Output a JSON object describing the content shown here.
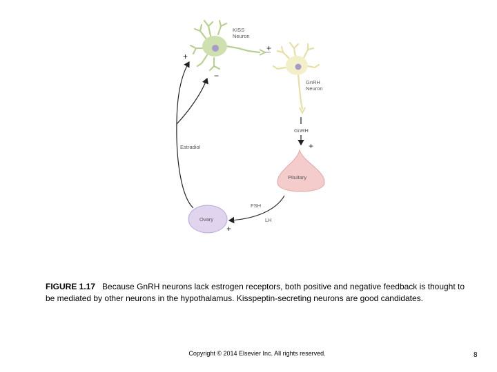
{
  "diagram": {
    "labels": {
      "kiss_line1": "KISS",
      "kiss_line2": "Neuron",
      "gnrh_line1": "GnRH",
      "gnrh_line2": "Neuron",
      "gnrh_hormone": "GnRH",
      "estradiol": "Estradiol",
      "pituitary": "Pituitary",
      "fsh": "FSH",
      "lh": "LH",
      "ovary": "Ovary"
    },
    "signs": {
      "kiss_positive": "+",
      "kiss_negative": "−",
      "gnrh_neuron_positive": "+",
      "pituitary_positive": "+",
      "ovary_positive": "+"
    },
    "colors": {
      "kiss_neuron": "#cfe0b0",
      "gnrh_neuron": "#f3efc9",
      "pituitary": "#f5cccc",
      "ovary": "#e0d4ef",
      "nucleus": "#a89bc9"
    }
  },
  "caption": {
    "figure_label": "FIGURE 1.17",
    "text": "Because GnRH neurons lack estrogen receptors, both positive and negative feedback is thought to be mediated by other neurons in the hypothalamus. Kisspeptin-secreting neurons are good candidates."
  },
  "footer": {
    "copyright": "Copyright © 2014 Elsevier Inc. All rights reserved.",
    "page_number": "8"
  }
}
